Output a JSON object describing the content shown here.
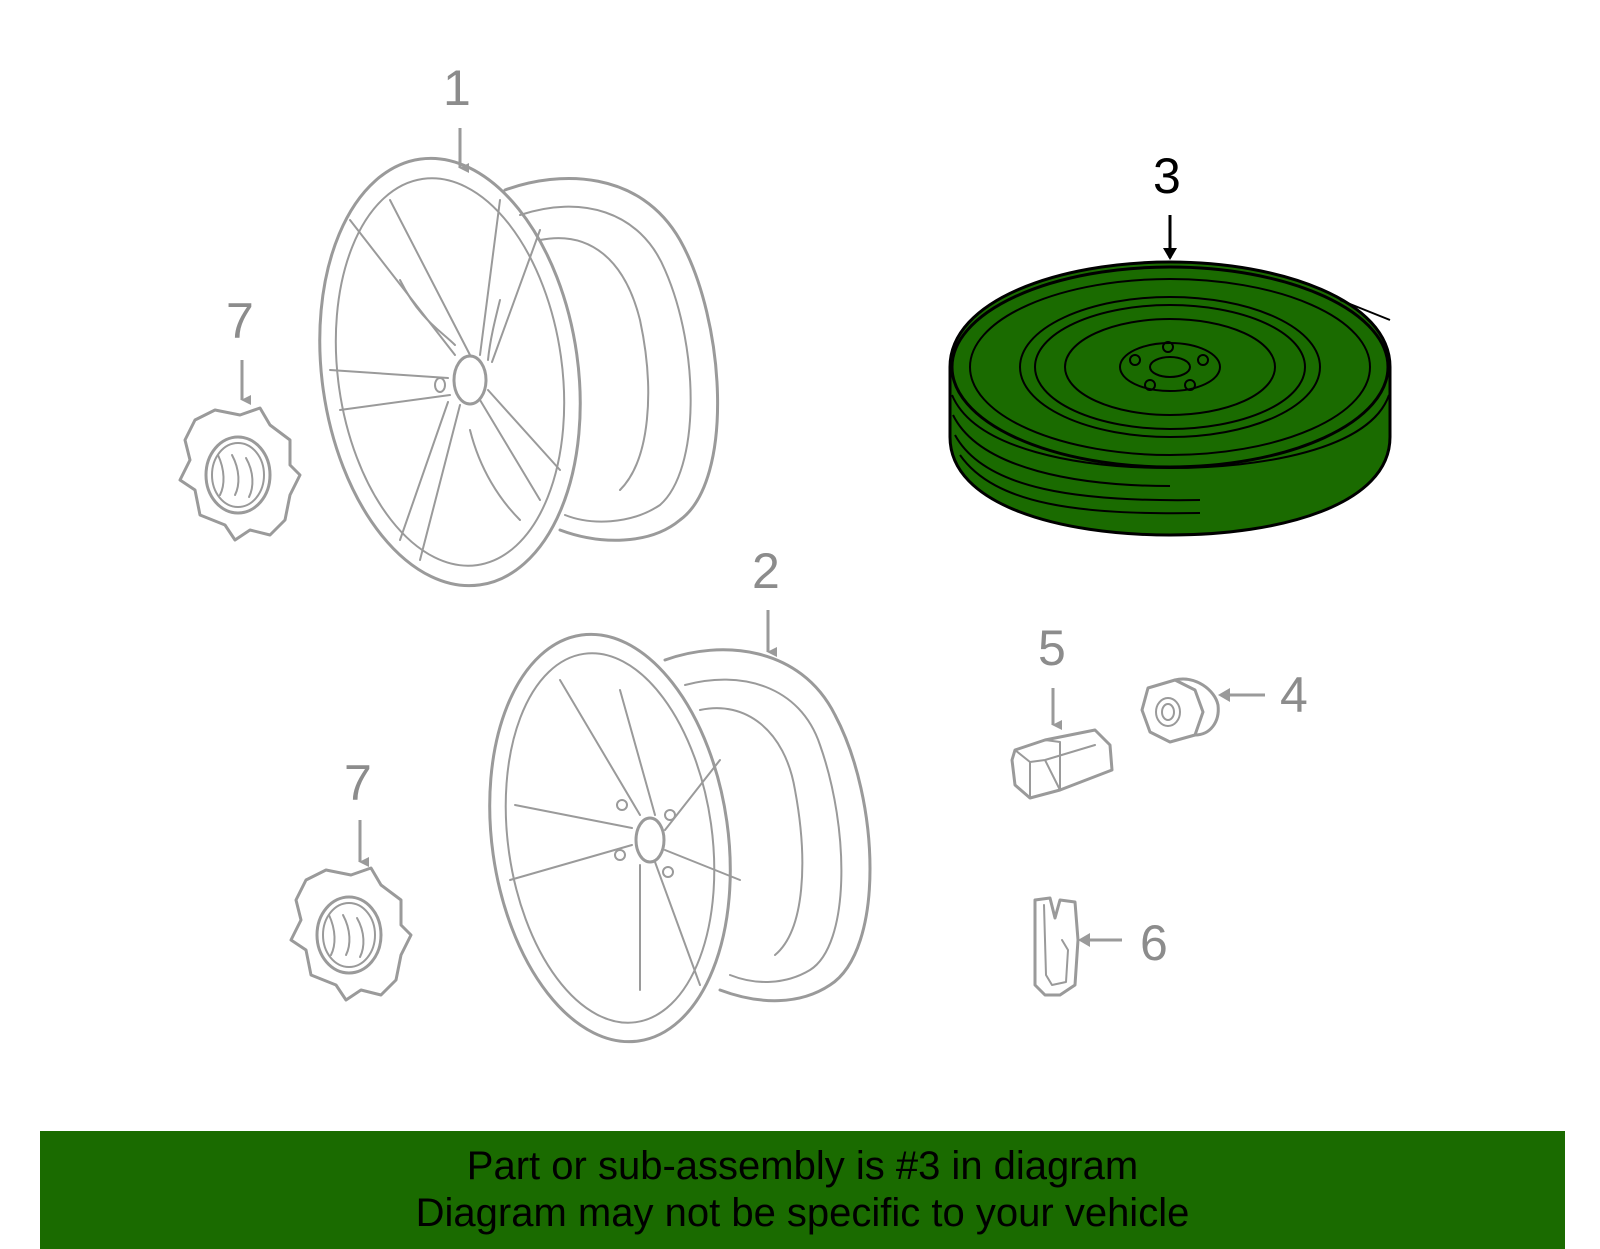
{
  "callouts": {
    "c1": "1",
    "c2": "2",
    "c3": "3",
    "c4": "4",
    "c5": "5",
    "c6": "6",
    "c7a": "7",
    "c7b": "7"
  },
  "banner": {
    "line1": "Part or sub-assembly is #3 in diagram",
    "line2": "Diagram may not be specific to your vehicle"
  },
  "colors": {
    "highlight": "#1a6b00",
    "line": "#9a9a9a",
    "label_inactive": "#8c8c8c",
    "label_active": "#000000",
    "banner_bg": "#1a6b00"
  }
}
